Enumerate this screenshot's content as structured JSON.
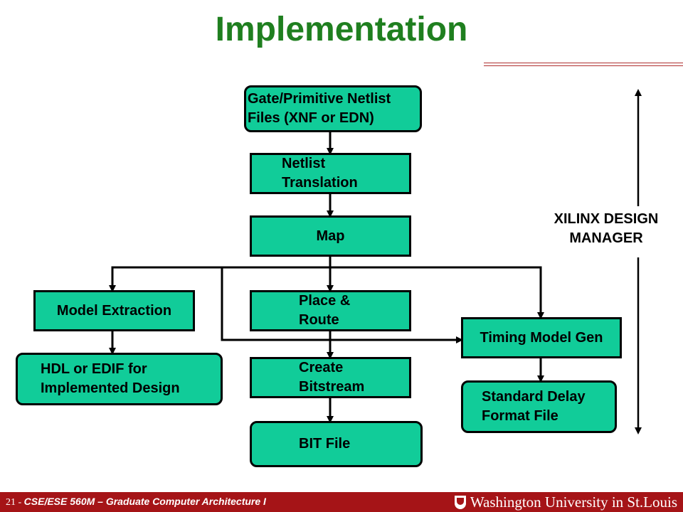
{
  "slide": {
    "title": "Implementation",
    "footer": {
      "page": "21 - ",
      "course": "CSE/ESE 560M – Graduate Computer Architecture I",
      "university": "Washington University in St.Louis"
    }
  },
  "diagram": {
    "nodes": {
      "netlist_files": {
        "line1": "Gate/Primitive Netlist",
        "line2": "Files (XNF or EDN)"
      },
      "netlist_translation": {
        "line1": "Netlist",
        "line2": "Translation"
      },
      "map": {
        "label": "Map"
      },
      "place_route": {
        "line1": "Place &",
        "line2": "Route"
      },
      "create_bitstream": {
        "line1": "Create",
        "line2": "Bitstream"
      },
      "bit_file": {
        "label": "BIT File"
      },
      "model_extraction": {
        "label": "Model Extraction"
      },
      "hdl_edif": {
        "line1": "HDL or EDIF for",
        "line2": "Implemented Design"
      },
      "timing_model_gen": {
        "label": "Timing Model Gen"
      },
      "sdf_file": {
        "line1": "Standard Delay",
        "line2": "Format File"
      }
    },
    "side_label": {
      "line1": "XILINX DESIGN",
      "line2": "MANAGER"
    }
  }
}
